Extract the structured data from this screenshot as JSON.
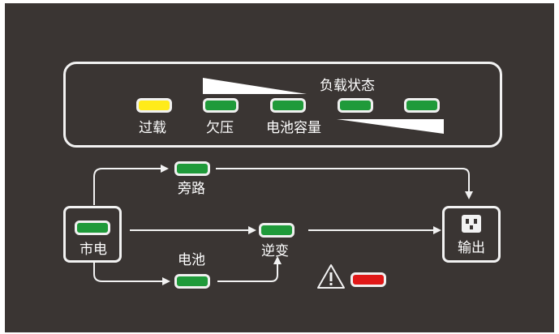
{
  "load_status": {
    "title": "负载状态",
    "overload_label": "过载",
    "undervoltage_label": "欠压",
    "battery_capacity_label": "电池容量"
  },
  "flow": {
    "mains_label": "市电",
    "bypass_label": "旁路",
    "battery_label": "电池",
    "inverter_label": "逆变",
    "output_label": "输出"
  },
  "colors": {
    "panel_bg": "#3a3533",
    "led_green": "#1f9a3a",
    "led_yellow": "#ffeb1a",
    "led_red": "#e01818",
    "line": "#f2f2f2"
  },
  "icons": {
    "output": "power-socket-icon",
    "warning": "warning-triangle-icon"
  }
}
